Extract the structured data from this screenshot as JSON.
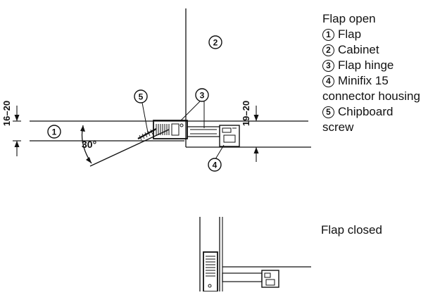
{
  "legend": {
    "title": "Flap open",
    "items": [
      {
        "num": "1",
        "label": "Flap"
      },
      {
        "num": "2",
        "label": "Cabinet"
      },
      {
        "num": "3",
        "label": "Flap hinge"
      },
      {
        "num": "4",
        "label": "Minifix 15"
      },
      {
        "num": "",
        "label": "connector housing"
      },
      {
        "num": "5",
        "label": "Chipboard"
      },
      {
        "num": "",
        "label": "screw"
      }
    ]
  },
  "closed_label": "Flap closed",
  "dimensions": {
    "flap_thickness": "16–20",
    "cabinet_thickness": "19–20",
    "angle": "30°"
  },
  "callouts": [
    "1",
    "2",
    "3",
    "4",
    "5"
  ]
}
